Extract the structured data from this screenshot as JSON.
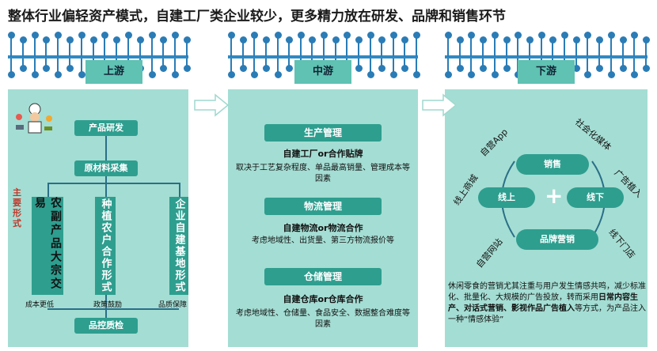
{
  "title": "整体行业偏轻资产模式，自建工厂类企业较少，更多精力放在研发、品牌和销售环节",
  "sections": {
    "upstream": "上游",
    "midstream": "中游",
    "downstream": "下游"
  },
  "upstream": {
    "steps": [
      "产品研发",
      "原材料采集",
      "品控质检"
    ],
    "side_label": "主要形式",
    "forms": [
      {
        "label": "农副产品大宗交易",
        "caption": "成本更低"
      },
      {
        "label": "种植农户合作形式",
        "caption": "政策鼓励"
      },
      {
        "label": "企业自建基地形式",
        "caption": "品质保障"
      }
    ]
  },
  "midstream": {
    "blocks": [
      {
        "title": "生产管理",
        "bold": "自建工厂or合作贴牌",
        "text": "取决于工艺复杂程度、单品最高销量、管理成本等因素"
      },
      {
        "title": "物流管理",
        "bold": "自建物流or物流合作",
        "text": "考虑地域性、出货量、第三方物流报价等"
      },
      {
        "title": "仓储管理",
        "bold": "自建仓库or仓库合作",
        "text": "考虑地域性、仓储量、食品安全、数据整合难度等因素"
      }
    ]
  },
  "downstream": {
    "sales": "销售",
    "online": "线上",
    "offline": "线下",
    "plus": "+",
    "brand": "品牌营销",
    "tags": [
      "自营App",
      "社会化媒体",
      "线上商城",
      "广告植入",
      "自营网站",
      "线下门店"
    ],
    "desc_plain_1": "休闲零食的营销尤其注重与用户发生情感共鸣，减少标准化、批量化、大规模的广告投放，转而采用",
    "desc_bold_1": "日常内容生产、对话式营销、影视作品广告植入",
    "desc_plain_2": "等方式，为产品注入一种“情感体验”"
  },
  "colors": {
    "panel": "#a4ddd3",
    "header": "#5fc2b3",
    "button": "#2e9e8f",
    "drop": "#2a7cb6"
  }
}
